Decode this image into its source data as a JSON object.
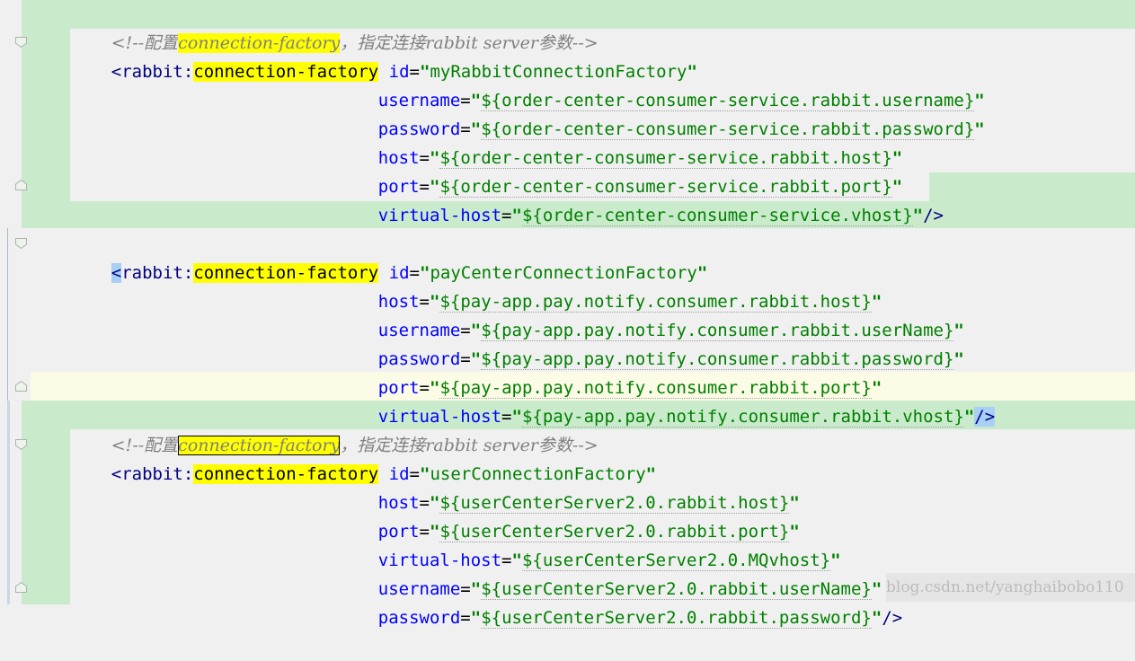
{
  "colors": {
    "changed_band": "#c9ebcc",
    "current_line": "#fbfbe6",
    "search_highlight": "#ffff00",
    "attribute": "#0000ff",
    "string": "#008000",
    "tag": "#000080",
    "comment": "#808080"
  },
  "lines": [
    {
      "comment_open": "<!--配置",
      "comment_hl": "connection-factory",
      "comment_rest": "，指定连接rabbit server参数-->"
    },
    {
      "tag_open": "<",
      "tag_ns": "rabbit:",
      "tag_name": "connection-factory",
      "attr": "id",
      "eq": "=",
      "q1": "\"",
      "value": "myRabbitConnectionFactory",
      "q2": "\""
    },
    {
      "attr": "username",
      "eq": "=",
      "q1": "\"",
      "value": "${order-center-consumer-service.rabbit.username}",
      "q2": "\""
    },
    {
      "attr": "password",
      "eq": "=",
      "q1": "\"",
      "value": "${order-center-consumer-service.rabbit.password}",
      "q2": "\""
    },
    {
      "attr": "host",
      "eq": "=",
      "q1": "\"",
      "value": "${order-center-consumer-service.rabbit.host}",
      "q2": "\""
    },
    {
      "attr": "port",
      "eq": "=",
      "q1": "\"",
      "value": "${order-center-consumer-service.rabbit.port}",
      "q2": "\""
    },
    {
      "attr": "virtual-host",
      "eq": "=",
      "q1": "\"",
      "value": "${order-center-consumer-service.vhost}",
      "q2": "\"",
      "close": "/>"
    },
    {},
    {
      "tag_open": "<",
      "tag_ns": "rabbit:",
      "tag_name": "connection-factory",
      "attr": "id",
      "eq": "=",
      "q1": "\"",
      "value": "payCenterConnectionFactory",
      "q2": "\""
    },
    {
      "attr": "host",
      "eq": "=",
      "q1": "\"",
      "value": "${pay-app.pay.notify.consumer.rabbit.host}",
      "q2": "\""
    },
    {
      "attr": "username",
      "eq": "=",
      "q1": "\"",
      "value": "${pay-app.pay.notify.consumer.rabbit.userName}",
      "q2": "\""
    },
    {
      "attr": "password",
      "eq": "=",
      "q1": "\"",
      "value": "${pay-app.pay.notify.consumer.rabbit.password}",
      "q2": "\""
    },
    {
      "attr": "port",
      "eq": "=",
      "q1": "\"",
      "value": "${pay-app.pay.notify.consumer.rabbit.port}",
      "q2": "\""
    },
    {
      "attr": "virtual-host",
      "eq": "=",
      "q1": "\"",
      "value": "${pay-app.pay.notify.consumer.rabbit.vhost}",
      "q2": "\"",
      "close": "/>"
    },
    {
      "comment_open": "<!--配置",
      "comment_hl": "connection-factory",
      "comment_rest": "，指定连接rabbit server参数-->"
    },
    {
      "tag_open": "<",
      "tag_ns": "rabbit:",
      "tag_name": "connection-factory",
      "attr": "id",
      "eq": "=",
      "q1": "\"",
      "value": "userConnectionFactory",
      "q2": "\""
    },
    {
      "attr": "host",
      "eq": "=",
      "q1": "\"",
      "value": "${userCenterServer2.0.rabbit.host}",
      "q2": "\""
    },
    {
      "attr": "port",
      "eq": "=",
      "q1": "\"",
      "value": "${userCenterServer2.0.rabbit.port}",
      "q2": "\""
    },
    {
      "attr": "virtual-host",
      "eq": "=",
      "q1": "\"",
      "value": "${userCenterServer2.0.MQvhost}",
      "q2": "\""
    },
    {
      "attr": "username",
      "eq": "=",
      "q1": "\"",
      "value": "${userCenterServer2.0.rabbit.userName}",
      "q2": "\""
    },
    {
      "attr": "password",
      "eq": "=",
      "q1": "\"",
      "value": "${userCenterServer2.0.rabbit.password}",
      "q2": "\"",
      "close": "/>"
    }
  ],
  "watermark": "blog.csdn.net/yanghaibobo110"
}
